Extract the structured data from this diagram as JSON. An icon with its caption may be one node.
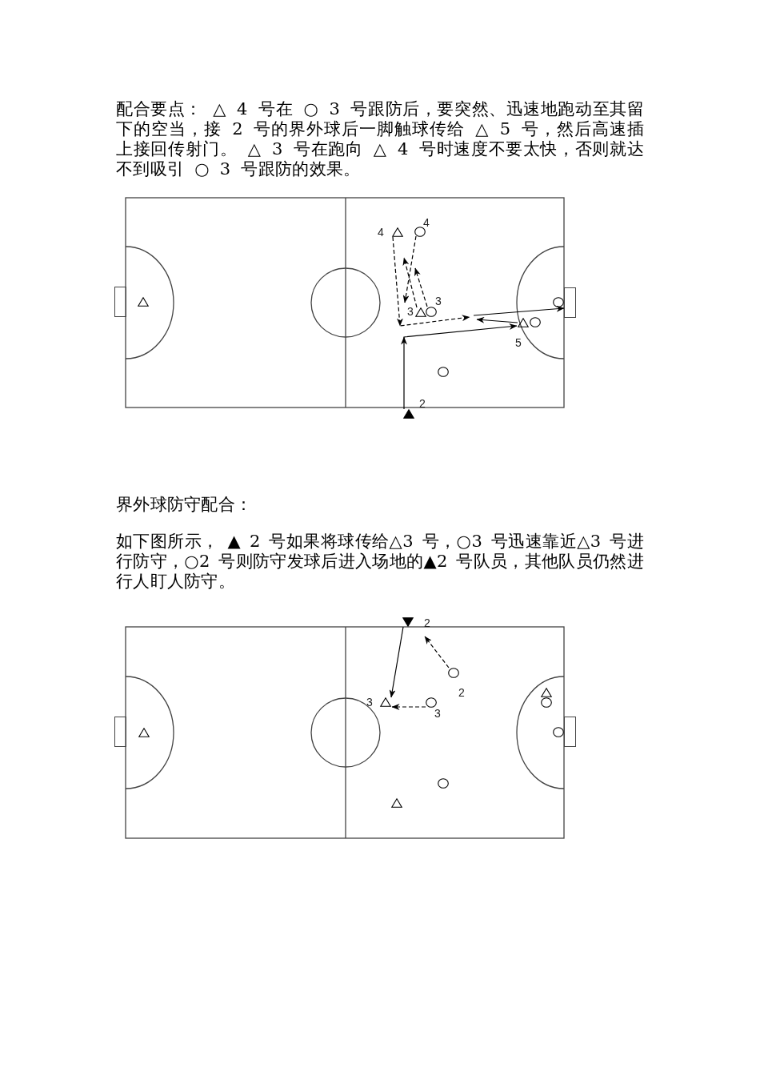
{
  "diagram": {
    "nodes": [
      {
        "text": [],
        "shape": "triangle",
        "beside": [
          "4"
        ]
      },
      {
        "text": [],
        "shape": "circle",
        "beside": [
          "4"
        ]
      },
      {
        "text": [],
        "shape": "box"
      },
      {
        "text": [],
        "shape": "box"
      },
      {
        "text": [],
        "shape": "circle"
      },
      {
        "text": [],
        "shape": "triangle"
      },
      {
        "text": [],
        "shape": "triangle",
        "beside": [
          "3"
        ]
      },
      {
        "text": [],
        "shape": "circle",
        "beside": [
          "3"
        ]
      },
      {
        "text": [],
        "shape": "triangle",
        "beside": [
          "5"
        ]
      },
      {
        "text": [],
        "shape": "circle"
      },
      {
        "text": [],
        "shape": "circle"
      },
      {
        "text": [],
        "shape": "triangle",
        "beside": [
          "2"
        ]
      },
      {
        "text": [],
        "shape": "triangle",
        "beside": [
          "2"
        ]
      },
      {
        "text": [],
        "shape": "circle",
        "beside": [
          "2"
        ]
      },
      {
        "text": [],
        "shape": "triangle"
      },
      {
        "text": [],
        "shape": "circle"
      },
      {
        "text": [],
        "shape": "triangle",
        "beside": [
          "3"
        ]
      },
      {
        "text": [],
        "shape": "circle",
        "beside": [
          "3"
        ]
      },
      {
        "text": [],
        "shape": "box"
      },
      {
        "text": [],
        "shape": "box"
      },
      {
        "text": [],
        "shape": "triangle"
      },
      {
        "text": [],
        "shape": "circle"
      },
      {
        "text": [],
        "shape": "circle"
      },
      {
        "text": [],
        "shape": "triangle"
      }
    ],
    "edges": [
      {
        "from": 11,
        "to": 8,
        "arrow": "to"
      },
      {
        "from": 8,
        "to": null,
        "arrow": "to"
      },
      {
        "from": null,
        "to": 3,
        "arrow": "to"
      },
      {
        "from": 0,
        "to": null,
        "arrow": "to",
        "style": "dashed"
      },
      {
        "from": 1,
        "to": 6,
        "arrow": "to",
        "style": "dashed"
      },
      {
        "from": 6,
        "to": 0,
        "arrow": "to",
        "style": "dashed"
      },
      {
        "from": 7,
        "to": null,
        "arrow": "to",
        "style": "dashed"
      },
      {
        "from": 12,
        "to": 16,
        "arrow": "to"
      },
      {
        "from": 13,
        "to": 12,
        "arrow": "to",
        "style": "dashed"
      },
      {
        "from": 17,
        "to": 16,
        "arrow": "to",
        "style": "dashed"
      }
    ],
    "labels": [
      "配合要点： △ 4 号在 ○ 3 号跟防后，要突然、迅速地跑动至其留下的空当，接 2 号的界外球后一脚触球传给 △ 5 号，然后高速插上接回传射门。 △ 3 号在跑向 △ 4 号时速度不要太快，否则就达不到吸引 ○ 3 号跟防的效果。",
      "界外球防守配合：",
      "如下图所示， ▲ 2 号如果将球传给△3 号，○3 号迅速靠近△3 号进行防守，○2 号则防守发球后进入场地的▲2 号队员，其他队员仍然进行人盯人防守。"
    ]
  }
}
